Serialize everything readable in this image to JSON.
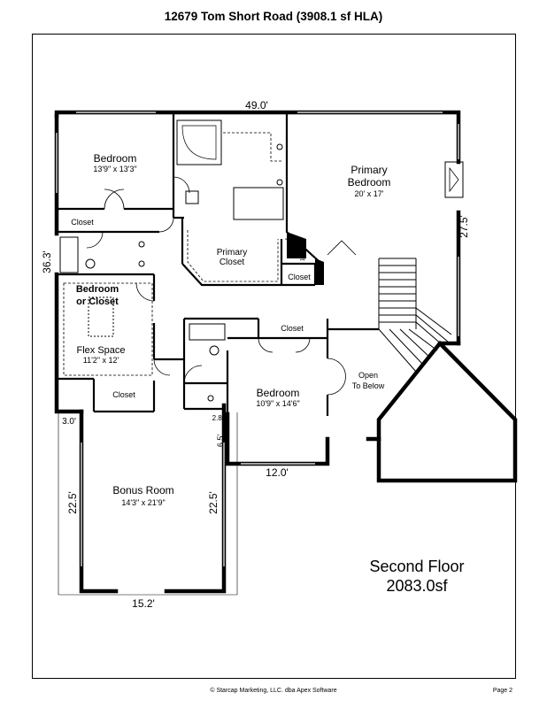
{
  "header": {
    "title": "12679 Tom Short Road (3908.1 sf HLA)"
  },
  "rooms": {
    "bedroom_nw": {
      "name": "Bedroom",
      "dims": "13'9\" x 13'3\""
    },
    "primary_bedroom": {
      "name_line1": "Primary",
      "name_line2": "Bedroom",
      "dims": "20' x 17'"
    },
    "primary_closet": {
      "name_line1": "Primary",
      "name_line2": "Closet"
    },
    "closet_nw": {
      "name": "Closet"
    },
    "closet_vertical": {
      "name": "Closet"
    },
    "closet_small": {
      "name": "Closet"
    },
    "bedroom_or_closet": {
      "name_line1": "Bedroom",
      "name_line2": "or Closet"
    },
    "flex_space": {
      "name": "Flex Space",
      "dims": "11'2\" x 12'"
    },
    "closet_center": {
      "name": "Closet"
    },
    "closet_sw": {
      "name": "Closet"
    },
    "bedroom_center": {
      "name": "Bedroom",
      "dims": "10'9\" x 14'6\""
    },
    "open_to_below": {
      "line1": "Open",
      "line2": "To Below"
    },
    "bonus_room": {
      "name": "Bonus Room",
      "dims": "14'3\" x 21'9\""
    }
  },
  "dimensions": {
    "top_width": "49.0'",
    "left_height": "36.3'",
    "right_height": "27.5'",
    "bedroom_bottom": "12.0'",
    "offset_short": "3.0'",
    "offset_small": "2.8'",
    "offset_vertical": "6.5'",
    "bonus_left": "22.5'",
    "bonus_right": "22.5'",
    "bonus_bottom": "15.2'"
  },
  "floor_summary": {
    "name": "Second Floor",
    "area": "2083.0sf"
  },
  "footer": {
    "credit": "© Starcap Marketing, LLC. dba Apex Software",
    "page": "Page 2"
  }
}
